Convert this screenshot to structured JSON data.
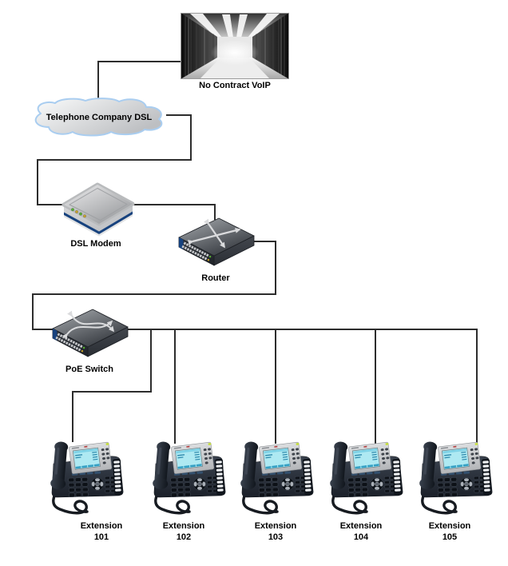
{
  "diagram": {
    "nodes": {
      "provider": {
        "label": "No Contract VoIP",
        "image": "datacenter-photo"
      },
      "wan_cloud": {
        "label": "Telephone Company DSL"
      },
      "dsl_modem": {
        "label": "DSL Modem"
      },
      "router": {
        "label": "Router"
      },
      "poe_switch": {
        "label": "PoE Switch"
      },
      "extensions": [
        {
          "name": "Extension",
          "number": "101"
        },
        {
          "name": "Extension",
          "number": "102"
        },
        {
          "name": "Extension",
          "number": "103"
        },
        {
          "name": "Extension",
          "number": "104"
        },
        {
          "name": "Extension",
          "number": "105"
        }
      ]
    },
    "colors": {
      "connector": "#2d2d2d",
      "label": "#000000",
      "cloud_stroke": "#a9cdf0",
      "device_blue": "#17427e",
      "lcd_cyan": "#aee9f2",
      "led_green": "#55b02e",
      "led_amber": "#c9a227"
    }
  }
}
